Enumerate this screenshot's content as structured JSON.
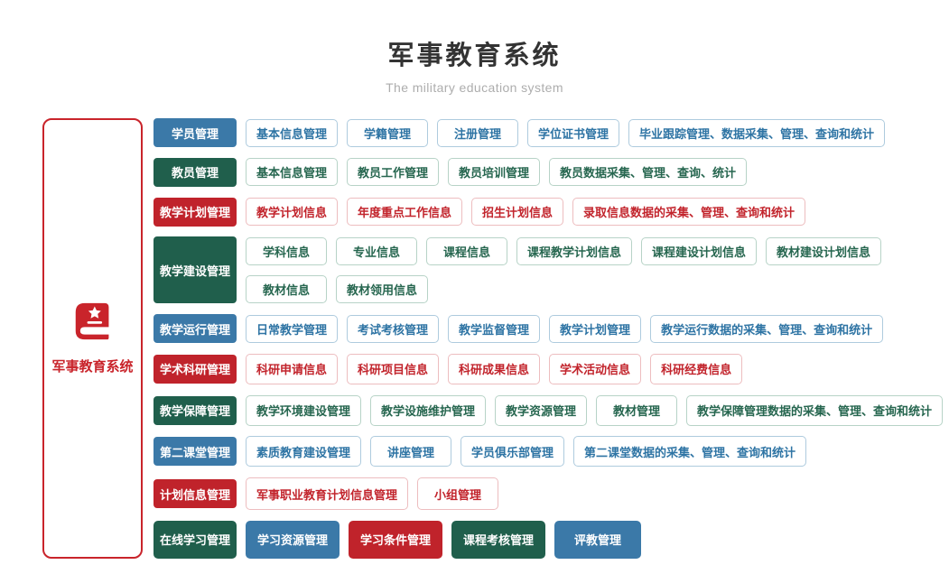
{
  "header": {
    "title": "军事教育系统",
    "subtitle": "The military education system"
  },
  "sidebar": {
    "label": "军事教育系统",
    "icon": "book-star-icon",
    "border_color": "#c9242b"
  },
  "colors": {
    "blue": "#3b79a8",
    "green": "#205f4c",
    "red": "#c0232b",
    "blue_outline_text": "#2e74a4",
    "green_outline_text": "#26664f",
    "red_outline_text": "#c2242c"
  },
  "rows": [
    {
      "category": {
        "label": "学员管理",
        "color": "blue"
      },
      "lines": [
        [
          {
            "label": "基本信息管理",
            "color": "blue",
            "style": "outline"
          },
          {
            "label": "学籍管理",
            "color": "blue",
            "style": "outline"
          },
          {
            "label": "注册管理",
            "color": "blue",
            "style": "outline"
          },
          {
            "label": "学位证书管理",
            "color": "blue",
            "style": "outline"
          },
          {
            "label": "毕业跟踪管理、数据采集、管理、查询和统计",
            "color": "blue",
            "style": "outline"
          }
        ]
      ]
    },
    {
      "category": {
        "label": "教员管理",
        "color": "green"
      },
      "lines": [
        [
          {
            "label": "基本信息管理",
            "color": "green",
            "style": "outline"
          },
          {
            "label": "教员工作管理",
            "color": "green",
            "style": "outline"
          },
          {
            "label": "教员培训管理",
            "color": "green",
            "style": "outline"
          },
          {
            "label": "教员数据采集、管理、查询、统计",
            "color": "green",
            "style": "outline"
          }
        ]
      ]
    },
    {
      "category": {
        "label": "教学计划管理",
        "color": "red"
      },
      "lines": [
        [
          {
            "label": "教学计划信息",
            "color": "red",
            "style": "outline"
          },
          {
            "label": "年度重点工作信息",
            "color": "red",
            "style": "outline"
          },
          {
            "label": "招生计划信息",
            "color": "red",
            "style": "outline"
          },
          {
            "label": "录取信息数据的采集、管理、查询和统计",
            "color": "red",
            "style": "outline"
          }
        ]
      ]
    },
    {
      "category": {
        "label": "教学建设管理",
        "color": "green"
      },
      "lines": [
        [
          {
            "label": "学科信息",
            "color": "green",
            "style": "outline"
          },
          {
            "label": "专业信息",
            "color": "green",
            "style": "outline"
          },
          {
            "label": "课程信息",
            "color": "green",
            "style": "outline"
          },
          {
            "label": "课程教学计划信息",
            "color": "green",
            "style": "outline"
          },
          {
            "label": "课程建设计划信息",
            "color": "green",
            "style": "outline"
          },
          {
            "label": "教材建设计划信息",
            "color": "green",
            "style": "outline"
          }
        ],
        [
          {
            "label": "教材信息",
            "color": "green",
            "style": "outline"
          },
          {
            "label": "教材领用信息",
            "color": "green",
            "style": "outline"
          }
        ]
      ]
    },
    {
      "category": {
        "label": "教学运行管理",
        "color": "blue"
      },
      "lines": [
        [
          {
            "label": "日常教学管理",
            "color": "blue",
            "style": "outline"
          },
          {
            "label": "考试考核管理",
            "color": "blue",
            "style": "outline"
          },
          {
            "label": "教学监督管理",
            "color": "blue",
            "style": "outline"
          },
          {
            "label": "教学计划管理",
            "color": "blue",
            "style": "outline"
          },
          {
            "label": "教学运行数据的采集、管理、查询和统计",
            "color": "blue",
            "style": "outline"
          }
        ]
      ]
    },
    {
      "category": {
        "label": "学术科研管理",
        "color": "red"
      },
      "size": "md",
      "lines": [
        [
          {
            "label": "科研申请信息",
            "color": "red",
            "style": "outline"
          },
          {
            "label": "科研项目信息",
            "color": "red",
            "style": "outline"
          },
          {
            "label": "科研成果信息",
            "color": "red",
            "style": "outline"
          },
          {
            "label": "学术活动信息",
            "color": "red",
            "style": "outline"
          },
          {
            "label": "科研经费信息",
            "color": "red",
            "style": "outline"
          }
        ]
      ]
    },
    {
      "category": {
        "label": "教学保障管理",
        "color": "green"
      },
      "size": "md",
      "lines": [
        [
          {
            "label": "教学环境建设管理",
            "color": "green",
            "style": "outline"
          },
          {
            "label": "教学设施维护管理",
            "color": "green",
            "style": "outline"
          },
          {
            "label": "教学资源管理",
            "color": "green",
            "style": "outline"
          },
          {
            "label": "教材管理",
            "color": "green",
            "style": "outline"
          },
          {
            "label": "教学保障管理数据的采集、管理、查询和统计",
            "color": "green",
            "style": "outline"
          }
        ]
      ]
    },
    {
      "category": {
        "label": "第二课堂管理",
        "color": "blue"
      },
      "size": "md",
      "lines": [
        [
          {
            "label": "素质教育建设管理",
            "color": "blue",
            "style": "outline"
          },
          {
            "label": "讲座管理",
            "color": "blue",
            "style": "outline"
          },
          {
            "label": "学员俱乐部管理",
            "color": "blue",
            "style": "outline"
          },
          {
            "label": "第二课堂数据的采集、管理、查询和统计",
            "color": "blue",
            "style": "outline"
          }
        ]
      ]
    },
    {
      "category": {
        "label": "计划信息管理",
        "color": "red"
      },
      "size": "lg",
      "lines": [
        [
          {
            "label": "军事职业教育计划信息管理",
            "color": "red",
            "style": "outline"
          },
          {
            "label": "小组管理",
            "color": "red",
            "style": "outline"
          }
        ]
      ]
    },
    {
      "category": {
        "label": "在线学习管理",
        "color": "green",
        "size": "lg"
      },
      "lines": [
        [
          {
            "label": "学习资源管理",
            "color": "blue",
            "style": "solid"
          },
          {
            "label": "学习条件管理",
            "color": "red",
            "style": "solid"
          },
          {
            "label": "课程考核管理",
            "color": "green",
            "style": "solid"
          },
          {
            "label": "评教管理",
            "color": "blue",
            "style": "solid"
          }
        ]
      ]
    }
  ]
}
